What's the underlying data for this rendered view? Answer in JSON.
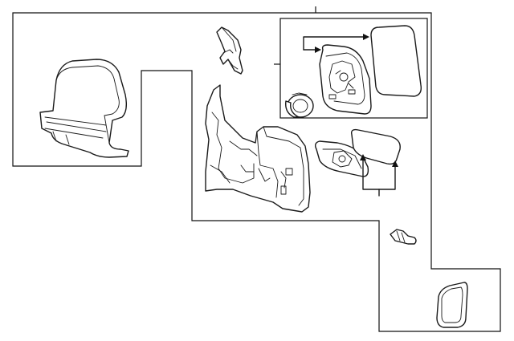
{
  "diagram": {
    "line_color": "#111111",
    "background_color": "#ffffff",
    "parts": [
      {
        "name": "mirror-cover",
        "icon": "mirror-cover-shell"
      },
      {
        "name": "mounting-bracket",
        "icon": "bracket"
      },
      {
        "name": "mirror-assembly",
        "icon": "mirror-housing"
      },
      {
        "name": "glass-backing-plate",
        "icon": "plate"
      },
      {
        "name": "mirror-glass",
        "icon": "glass"
      },
      {
        "name": "mirror-motor",
        "icon": "motor"
      },
      {
        "name": "lower-glass-backing",
        "icon": "plate"
      },
      {
        "name": "lower-mirror-glass",
        "icon": "glass"
      },
      {
        "name": "signal-bulb",
        "icon": "bulb"
      },
      {
        "name": "signal-lens",
        "icon": "lens"
      }
    ]
  }
}
